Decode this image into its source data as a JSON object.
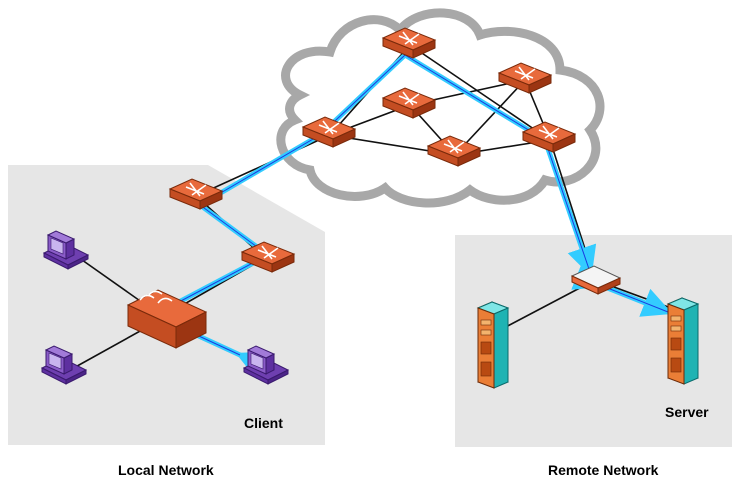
{
  "labels": {
    "client": "Client",
    "server": "Server",
    "local_network": "Local Network",
    "remote_network": "Remote Network"
  },
  "colors": {
    "zone_fill": "#e6e6e6",
    "cloud_stroke": "#a8a8a8",
    "router_top": "#e86a3c",
    "router_side": "#b0401a",
    "path": "#33ccff",
    "path_arrow": "#1a3ae0",
    "pc": "#8a5cc8",
    "server_teal": "#33d4d4",
    "server_orange": "#e8772e"
  },
  "icons": {
    "router": "router-icon",
    "hub": "hub-icon",
    "switch": "switch-icon",
    "workstation": "workstation-icon",
    "server": "server-icon",
    "cloud": "cloud-icon"
  }
}
